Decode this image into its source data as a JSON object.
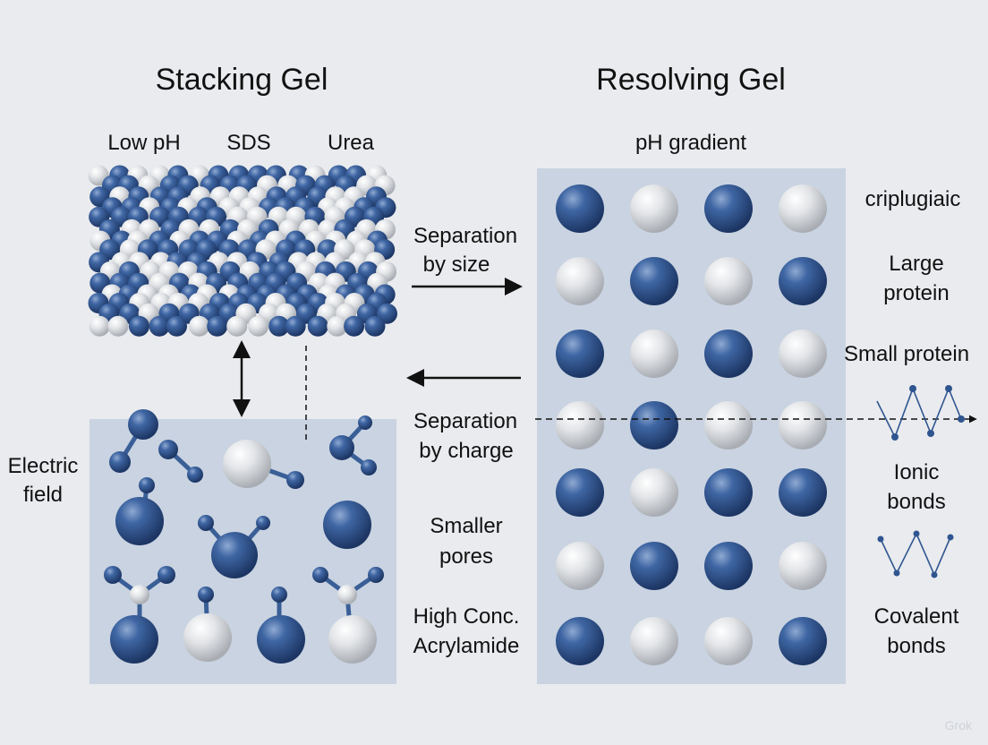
{
  "titles": {
    "stacking": "Stacking Gel",
    "resolving": "Resolving Gel"
  },
  "stacking_labels": {
    "low_ph": "Low pH",
    "sds": "SDS",
    "urea": "Urea"
  },
  "resolving_labels": {
    "ph_gradient": "pH gradient"
  },
  "middle_labels": {
    "sep_size_1": "Separation",
    "sep_size_2": "by size",
    "sep_charge_1": "Separation",
    "sep_charge_2": "by charge",
    "smaller_pores_1": "Smaller",
    "smaller_pores_2": "pores",
    "high_conc_1": "High Conc.",
    "high_conc_2": "Acrylamide"
  },
  "left_labels": {
    "electric_1": "Electric",
    "electric_2": "field"
  },
  "right_labels": {
    "cripl": "criplugiaic",
    "large_1": "Large",
    "large_2": "protein",
    "small": "Small protein",
    "ionic_1": "Ionic",
    "ionic_2": "bonds",
    "covalent_1": "Covalent",
    "covalent_2": "bonds"
  },
  "colors": {
    "blue_sphere": "#2f5590",
    "white_sphere": "#e6e8ea",
    "panel": "#c9d3e1",
    "background": "#e9ebee"
  },
  "resolving_grid": [
    [
      "blue",
      "white",
      "blue",
      "white"
    ],
    [
      "white",
      "blue",
      "white",
      "blue"
    ],
    [
      "blue",
      "white",
      "blue",
      "white"
    ],
    [
      "white",
      "blue",
      "white",
      "white"
    ],
    [
      "blue",
      "white",
      "blue",
      "blue"
    ],
    [
      "white",
      "blue",
      "blue",
      "white"
    ],
    [
      "blue",
      "white",
      "white",
      "blue"
    ]
  ],
  "watermark": "Grok"
}
